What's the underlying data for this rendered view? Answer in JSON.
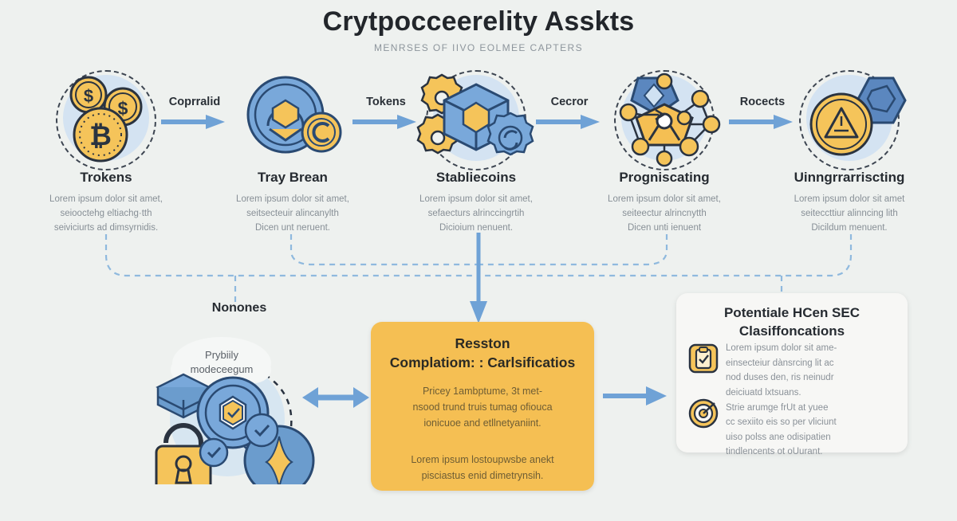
{
  "header": {
    "title": "Crytpocceerelity Asskts",
    "subtitle": "MENRSES OF IIVO EOLMEE CAPTERS"
  },
  "flow": {
    "nodes": [
      {
        "id": "node-trokens",
        "label": "Trokens",
        "icon": "coins-icon",
        "desc": [
          "Lorem ipsum dolor sit amet,",
          "seiooctehg eltiachg·tth",
          "seiviciurts ad dimsyrnidis."
        ]
      },
      {
        "id": "node-tray-brean",
        "label": "Tray Brean",
        "icon": "blockchain-coin-icon",
        "desc": [
          "Lorem ipsum dolor sit amet,",
          "seitsecteuir alincanylth",
          "Dicen unt neruent."
        ]
      },
      {
        "id": "node-stabliecoins",
        "label": "Stabliecoins",
        "icon": "cube-gears-icon",
        "desc": [
          "Lorem ipsum dolor sit amet,",
          "sefaecturs alrinccingrtih",
          "Dicioium nenuent."
        ]
      },
      {
        "id": "node-progniscating",
        "label": "Progniscating",
        "icon": "network-nodes-icon",
        "desc": [
          "Lorem ipsum dolor sit amet,",
          "seiteectur alrincnytth",
          "Dicen unti ienuent"
        ]
      },
      {
        "id": "node-uinngrrarriscting",
        "label": "Uinngrrarriscting",
        "icon": "warning-coin-icon",
        "desc": [
          "Lorem ipsum dolor sit amet",
          "seiteccttiur alinncing lith",
          "Dicildum menuent."
        ]
      }
    ],
    "connectors": [
      {
        "id": "connector-1",
        "label": "Coprralid"
      },
      {
        "id": "connector-2",
        "label": "Tokens"
      },
      {
        "id": "connector-3",
        "label": "Cecror"
      },
      {
        "id": "connector-4",
        "label": "Rocects"
      }
    ]
  },
  "cluster": {
    "label": "Nonones",
    "bubble": [
      "Prybiily",
      "modeceegum"
    ],
    "icons": [
      "cube-stack-icon",
      "padlock-icon",
      "token-hexagon-icon",
      "diamond-node-icon",
      "check-node-icon"
    ]
  },
  "gold_card": {
    "heading": [
      "Resston",
      "Complatiom: : Carlsificatios"
    ],
    "body": [
      "Pricey  1ambptume, 3t met-",
      "nsood trund truis tumag ofiouca",
      "ionicuoe and etllnetyaniint."
    ],
    "body2": [
      "Lorem ipsum lostoupwsbe anekt",
      "pisciastus enid dimetrynsih."
    ]
  },
  "panel": {
    "heading": [
      "Potentiale HCen SEC",
      "Clasiffoncations"
    ],
    "items": [
      {
        "icon": "clipboard-check-icon"
      },
      {
        "icon": "target-icon"
      }
    ],
    "body": [
      "Lorem ipsum dolor sit ame-",
      "einsecteiur dànsrcing lit ac",
      "nod duses den, ris neinudr",
      "deiciuatd lxtsuans.",
      "Strie arumge frUt  at  yuee",
      "cc sexiito eis so per vliciunt",
      "uiso polss ane odisipatien",
      "tindlencents ot oUurant."
    ]
  },
  "colors": {
    "background": "#eef1ef",
    "gold": "#f5bf53",
    "gold_dark": "#e2a935",
    "blue": "#6fa2d6",
    "blue_dark": "#2a4a72",
    "halo": "#cfe1f2",
    "ink": "#262b31",
    "muted": "#8a9198",
    "panel_bg": "#f7f7f5"
  }
}
